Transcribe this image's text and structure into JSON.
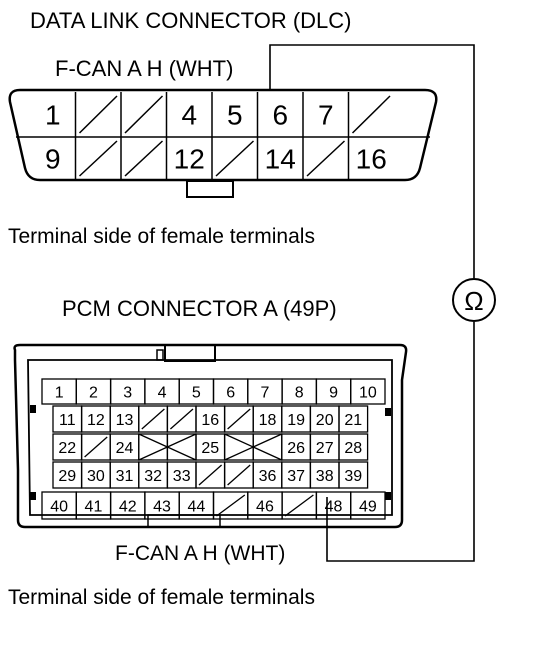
{
  "dlc": {
    "title": "DATA LINK CONNECTOR (DLC)",
    "wire_label": "F-CAN A H (WHT)",
    "caption": "Terminal side of female terminals",
    "top_row": [
      "1",
      "",
      "",
      "4",
      "5",
      "6",
      "7",
      ""
    ],
    "bottom_row": [
      "9",
      "",
      "",
      "12",
      "",
      "14",
      "",
      "16"
    ]
  },
  "meter": {
    "symbol": "Ω"
  },
  "pcm": {
    "title": "PCM CONNECTOR A (49P)",
    "wire_label": "F-CAN A H (WHT)",
    "caption": "Terminal side of female terminals",
    "row1": [
      "1",
      "2",
      "3",
      "4",
      "5",
      "6",
      "7",
      "8",
      "9",
      "10"
    ],
    "row2": [
      "11",
      "12",
      "13",
      "",
      "",
      "16",
      "",
      "18",
      "19",
      "20",
      "21"
    ],
    "row3": [
      "22",
      "",
      "24",
      "",
      "",
      "25",
      "",
      "",
      "26",
      "27",
      "28"
    ],
    "row4": [
      "29",
      "30",
      "31",
      "32",
      "33",
      "",
      "",
      "36",
      "37",
      "38",
      "39"
    ],
    "row5": [
      "40",
      "41",
      "42",
      "43",
      "44",
      "",
      "46",
      "",
      "48",
      "49"
    ]
  }
}
